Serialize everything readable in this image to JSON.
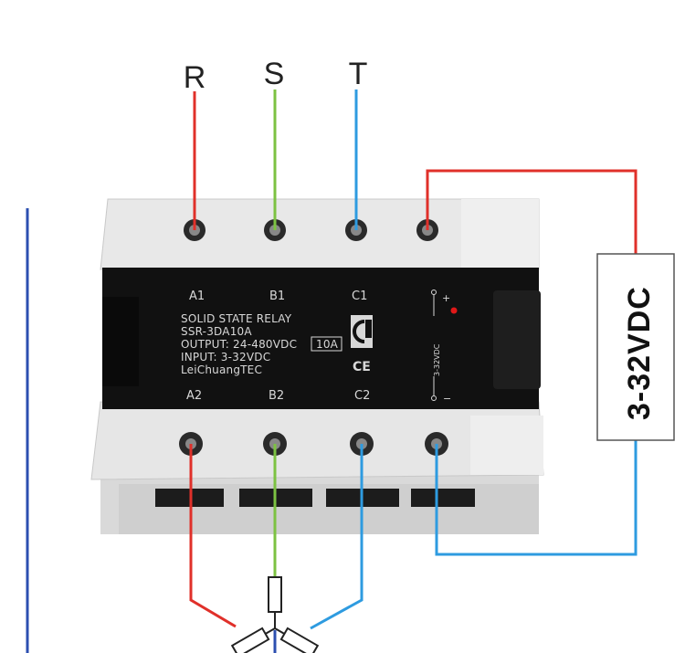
{
  "phases": {
    "r": "R",
    "s": "S",
    "t": "T"
  },
  "relay": {
    "terminals_top": [
      "A1",
      "B1",
      "C1"
    ],
    "terminals_bottom": [
      "A2",
      "B2",
      "C2"
    ],
    "label_lines": [
      "SOLID STATE RELAY",
      "SSR-3DA10A",
      "OUTPUT: 24-480VDC",
      "INPUT: 3-32VDC",
      "LeiChuangTEC"
    ],
    "current_rating": "10A",
    "ce_mark": "CE",
    "control_range": "3-32VDC",
    "plus_sign": "+",
    "minus_sign": "−"
  },
  "supply": {
    "label": "3-32VDC"
  },
  "colors": {
    "r_wire": "#e0302a",
    "s_wire": "#7cc242",
    "t_wire": "#2e9be0",
    "neutral_wire": "#2c4fb0",
    "housing": "#e6e6e6",
    "label_panel": "#111111"
  }
}
